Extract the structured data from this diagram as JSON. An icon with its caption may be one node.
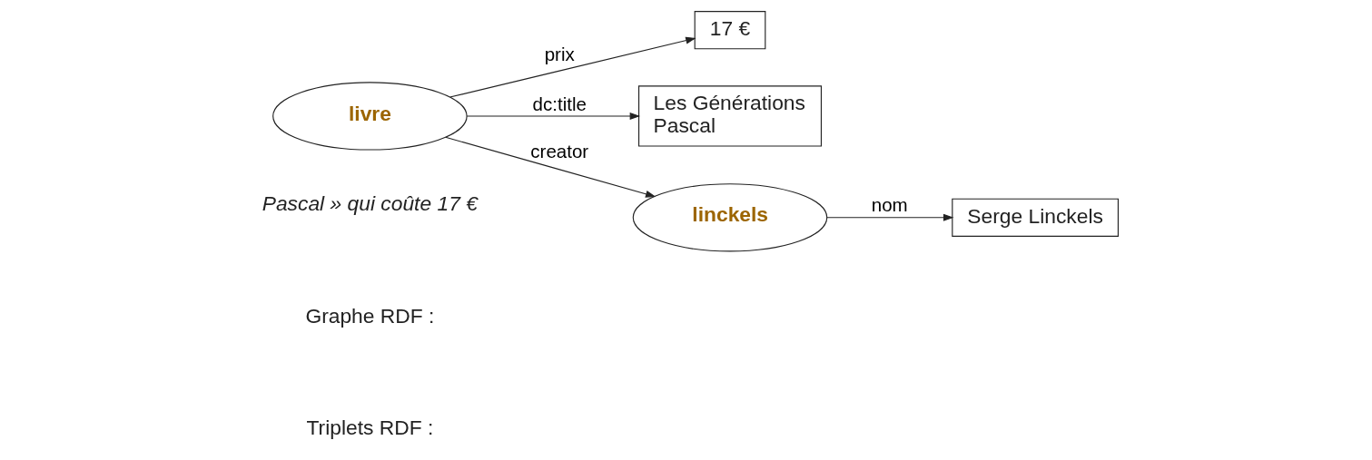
{
  "diagram": {
    "nodes": [
      {
        "text": [
          "livre"
        ]
      },
      {
        "text": [
          "17 €"
        ]
      },
      {
        "text": [
          "Les Générations Pascal"
        ]
      },
      {
        "text": [
          "linckels"
        ]
      },
      {
        "text": [
          "Serge Linckels"
        ]
      }
    ],
    "edges": [
      {
        "from": 0,
        "to": 1,
        "arrow": "to",
        "label": "prix"
      },
      {
        "from": 0,
        "to": 2,
        "arrow": "to",
        "label": "dc:title"
      },
      {
        "from": 0,
        "to": 3,
        "arrow": "to",
        "label": "creator"
      },
      {
        "from": 3,
        "to": 4,
        "arrow": "to",
        "label": "nom"
      }
    ],
    "labels": [
      "Pascal » qui coûte 17 €",
      "Graphe RDF :",
      "Triplets RDF :"
    ]
  }
}
